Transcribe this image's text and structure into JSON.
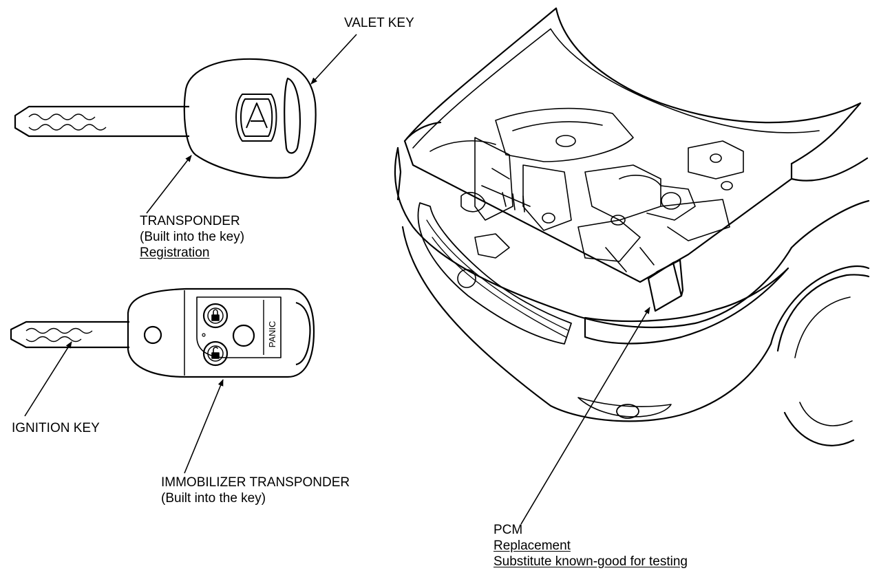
{
  "labels": {
    "valet_key": "VALET KEY",
    "transponder": {
      "title": "TRANSPONDER",
      "note": "(Built into the key)",
      "action": "Registration"
    },
    "ignition_key": "IGNITION KEY",
    "immobilizer": {
      "title": "IMMOBILIZER TRANSPONDER",
      "note": "(Built into the key)"
    },
    "pcm": {
      "title": "PCM",
      "action1": "Replacement",
      "action2": "Substitute known-good for testing"
    }
  },
  "fob": {
    "panic_text": "PANIC"
  },
  "icons": [
    "acura-logo-icon",
    "lock-icon",
    "unlock-icon"
  ]
}
